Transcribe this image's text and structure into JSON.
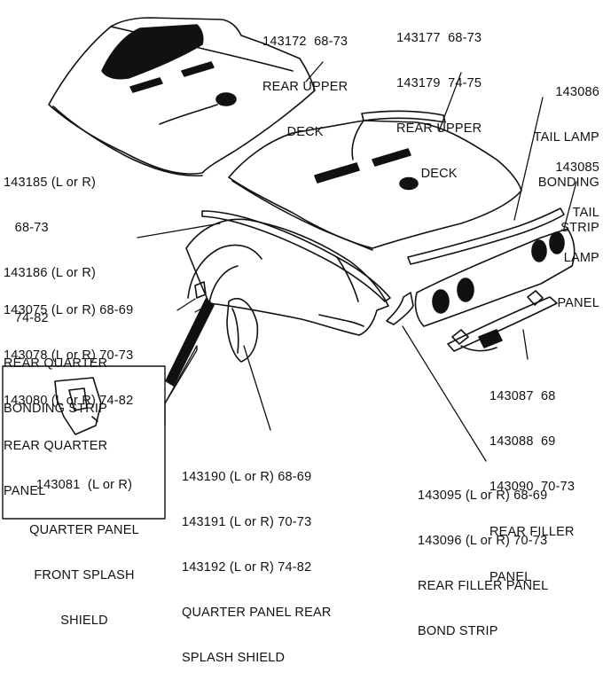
{
  "callouts": {
    "rear_upper_deck_68_73": [
      "143172  68-73",
      "REAR UPPER",
      "DECK"
    ],
    "rear_upper_deck_68_75": [
      "143177  68-73",
      "143179  74-75",
      "REAR UPPER",
      "DECK"
    ],
    "tail_lamp_bonding_strip": [
      "143086",
      "TAIL LAMP",
      "BONDING",
      "STRIP"
    ],
    "tail_lamp_panel": [
      "143085",
      "TAIL",
      "LAMP",
      "PANEL"
    ],
    "rear_quarter_bonding_strip": [
      "143185 (L or R)",
      "   68-73",
      "143186 (L or R)",
      "   74-82",
      "REAR QUARTER",
      "BONDING STRIP"
    ],
    "rear_quarter_panel": [
      "143075 (L or R) 68-69",
      "143078 (L or R) 70-73",
      "143080 (L or R) 74-82",
      "REAR QUARTER",
      "PANEL"
    ],
    "rear_filler_panel": [
      "143087  68",
      "143088  69",
      "143090  70-73",
      "REAR FILLER",
      "PANEL"
    ],
    "quarter_panel_front_splash_shield": [
      "143081  (L or R)",
      "QUARTER PANEL",
      "FRONT SPLASH",
      "SHIELD"
    ],
    "quarter_panel_rear_splash_shield": [
      "143190 (L or R) 68-69",
      "143191 (L or R) 70-73",
      "143192 (L or R) 74-82",
      "QUARTER PANEL REAR",
      "SPLASH SHIELD"
    ],
    "rear_filler_panel_bond_strip": [
      "143095 (L or R) 68-69",
      "143096 (L or R) 70-73",
      "REAR FILLER PANEL",
      "BOND STRIP"
    ]
  }
}
